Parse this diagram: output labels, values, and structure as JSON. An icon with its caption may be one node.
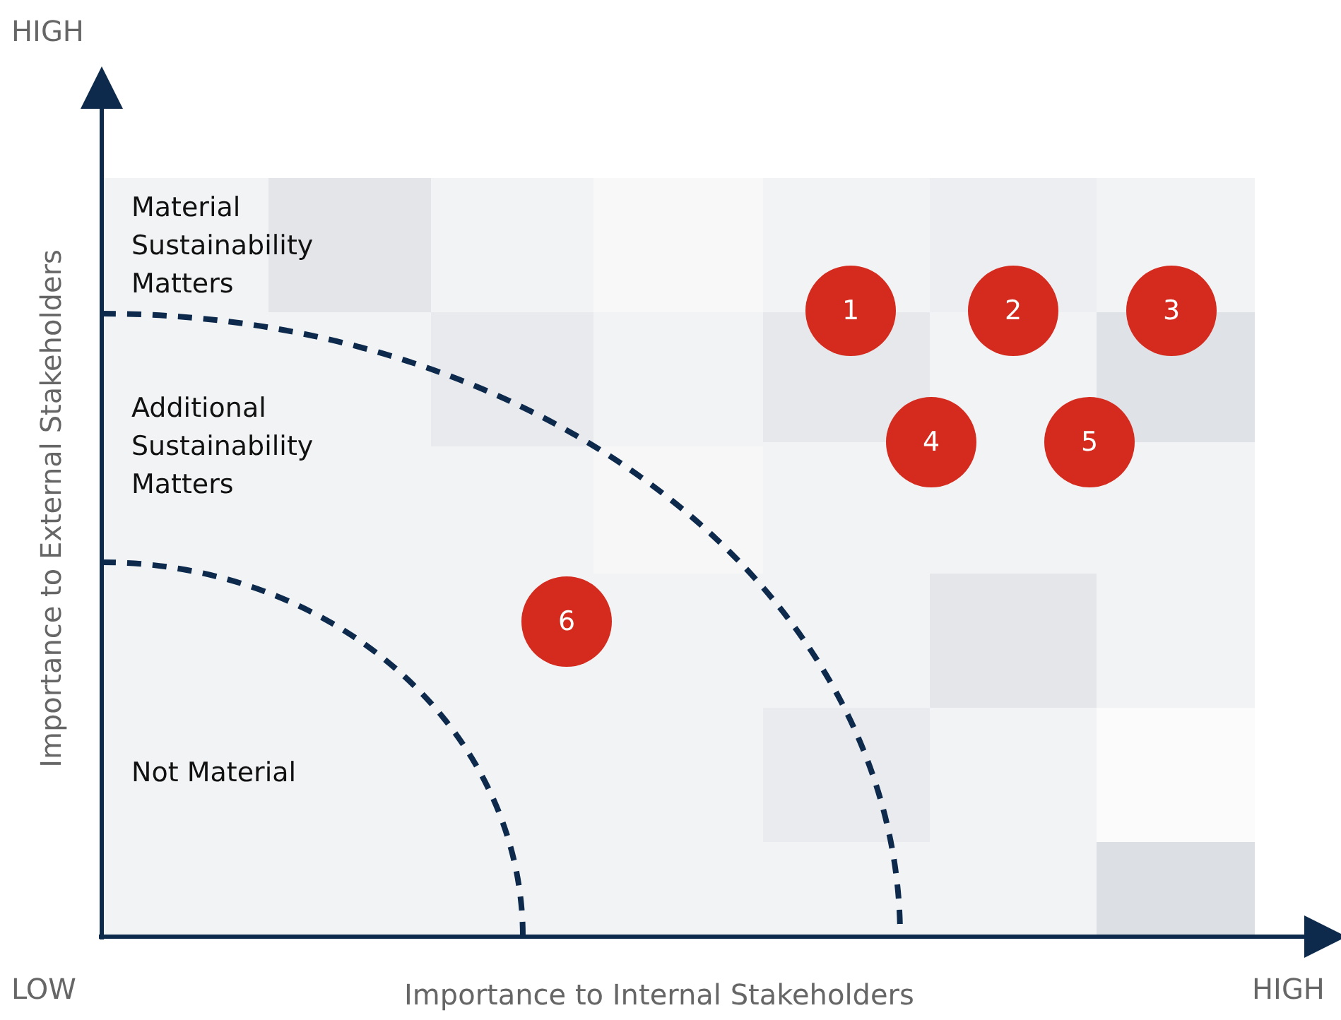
{
  "diagram": {
    "nodes": [
      {
        "text": [
          "1"
        ]
      },
      {
        "text": [
          "2"
        ]
      },
      {
        "text": [
          "3"
        ]
      },
      {
        "text": [
          "4"
        ]
      },
      {
        "text": [
          "5"
        ]
      },
      {
        "text": [
          "6"
        ]
      }
    ],
    "labels": [
      "HIGH",
      "Importance to External Stakeholders",
      "Material Sustainability Matters",
      "Additional Sustainability Matters",
      "Not Material",
      "LOW",
      "Importance to Internal Stakeholders",
      "HIGH"
    ]
  }
}
